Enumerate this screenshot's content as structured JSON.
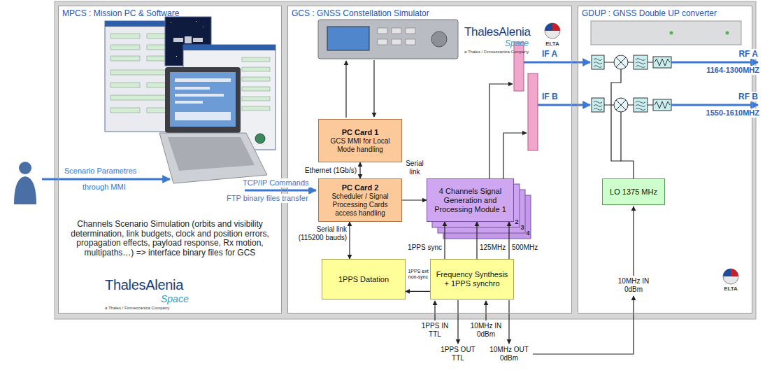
{
  "diagram": {
    "nodes": [
      {
        "text": [
          "MPCS : Mission PC & Software",
          "Channels Scenario Simulation (orbits and visibility determination, link budgets, clock and position errors, propagation effects, payload response, Rx motion, multipaths…) => interface binary files for GCS"
        ]
      },
      {
        "text": [
          "GCS : GNSS Constellation Simulator"
        ]
      },
      {
        "text": [
          "PC Card 1",
          "GCS MMI for Local Mode handling"
        ],
        "in": 1
      },
      {
        "text": [
          "PC Card 2",
          "Scheduler / Signal Processing Cards access handling"
        ],
        "in": 1
      },
      {
        "text": [
          "4 Channels Signal Generation and Processing Module 1"
        ],
        "in": 1
      },
      {
        "text": [
          "1PPS Datation"
        ],
        "in": 1
      },
      {
        "text": [
          "Frequency Synthesis + 1PPS synchro"
        ],
        "in": 1
      },
      {
        "text": [
          "GDUP : GNSS Double UP converter"
        ]
      },
      {
        "text": [
          "LO 1375 MHz"
        ],
        "in": 7
      }
    ],
    "edges": [
      {
        "from": 2,
        "to": 3,
        "arrow": "both",
        "label": "Ethernet (1Gb/s)"
      },
      {
        "from": 3,
        "to": 4,
        "arrow": "to",
        "label": "Serial link"
      },
      {
        "from": 3,
        "to": 5,
        "arrow": "both",
        "label": "Serial link (115200 bauds)"
      },
      {
        "from": 6,
        "to": 4,
        "arrow": "to",
        "label": "1PPS sync"
      },
      {
        "from": 6,
        "to": 4,
        "arrow": "to",
        "label": "125MHz"
      },
      {
        "from": 6,
        "to": 4,
        "arrow": "to",
        "label": "500MHz"
      },
      {
        "from": 6,
        "to": 5,
        "arrow": "to",
        "label": "1PPS ext non-sync"
      }
    ],
    "labels": [
      "Scenario Parametres",
      "through MMI",
      "TCP/IP Commands",
      "FTP binary files transfer",
      "ThalesAlenia",
      "Space",
      "ThalesAlenia",
      "Space",
      "ELTA",
      "2",
      "3",
      "4",
      "IF A",
      "IF B",
      "RF A",
      "1164-1300MHZ",
      "RF B",
      "1550-1610MHZ",
      "ELTA",
      "10MHz IN 0dBm",
      "1PPS IN TTL",
      "1PPS OUT TTL",
      "10MHz IN 0dBm",
      "10MHz OUT 0dBm",
      "a Thales / Finmeccanica Company",
      "a Thales / Finmeccanica Company"
    ]
  }
}
